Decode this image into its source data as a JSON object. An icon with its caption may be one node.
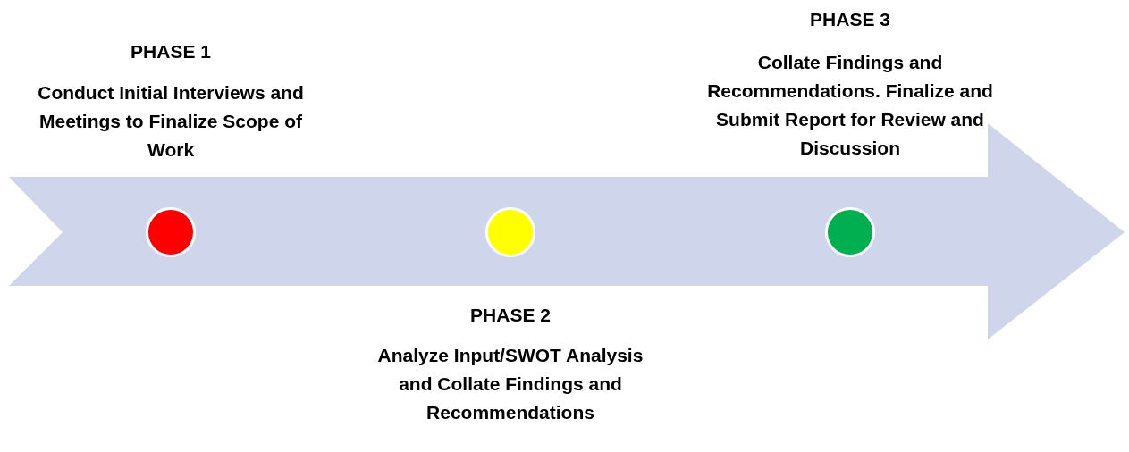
{
  "diagram": {
    "nodes": [
      {
        "text": [],
        "shape": "circle",
        "beside": [
          "PHASE 1",
          "Conduct Initial Interviews and Meetings to Finalize Scope of Work"
        ]
      },
      {
        "text": [],
        "shape": "circle",
        "beside": [
          "PHASE 2",
          "Analyze Input/SWOT Analysis and Collate Findings and Recommendations"
        ]
      },
      {
        "text": [],
        "shape": "circle",
        "beside": [
          "PHASE 3",
          "Collate Findings and Recommendations. Finalize and Submit Report for Review and Discussion"
        ]
      }
    ]
  }
}
